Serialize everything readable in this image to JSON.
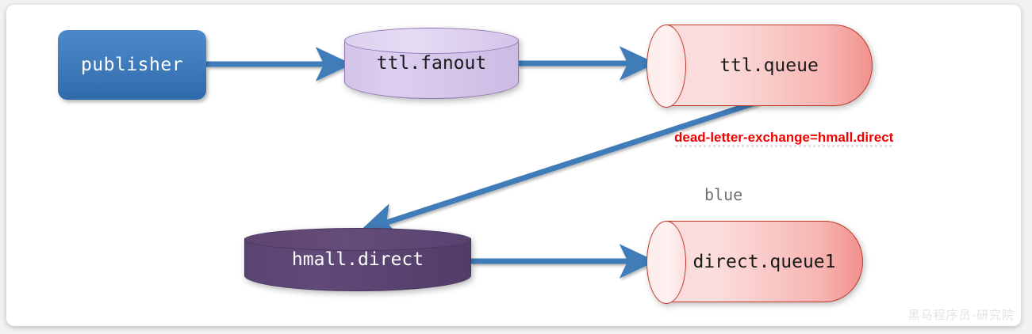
{
  "diagram": {
    "title": "RabbitMQ TTL dead-letter routing diagram",
    "nodes": {
      "publisher": {
        "label": "publisher",
        "kind": "rounded-rect",
        "color": "#3f7cb8"
      },
      "ttl_fanout": {
        "label": "ttl.fanout",
        "kind": "exchange-cylinder",
        "color": "#d5c6ea"
      },
      "ttl_queue": {
        "label": "ttl.queue",
        "kind": "queue-cylinder",
        "color": "#f8c4c1"
      },
      "hmall_direct": {
        "label": "hmall.direct",
        "kind": "exchange-cylinder",
        "color": "#5b4471"
      },
      "direct_queue1": {
        "label": "direct.queue1",
        "kind": "queue-cylinder",
        "color": "#f8c4c1"
      }
    },
    "labels": {
      "blue_binding_key": "blue",
      "dead_letter_annotation": "dead-letter-exchange=hmall.direct"
    },
    "edges": [
      {
        "from": "publisher",
        "to": "ttl_fanout",
        "style": "arrow",
        "color": "#3f7cb8"
      },
      {
        "from": "ttl_fanout",
        "to": "ttl_queue",
        "style": "arrow",
        "color": "#3f7cb8"
      },
      {
        "from": "ttl_queue",
        "to": "hmall_direct",
        "style": "arrow-diagonal",
        "color": "#3f7cb8"
      },
      {
        "from": "hmall_direct",
        "to": "direct_queue1",
        "style": "arrow",
        "color": "#3f7cb8"
      }
    ],
    "watermark": "黑马程序员-研究院",
    "colors": {
      "arrow": "#3f7cb8",
      "annotation_red": "#f00000",
      "queue_red": "#c0392b",
      "exchange_purple": "#8d77b5",
      "direct_purple": "#5b4471",
      "label_gray": "#707070",
      "background": "#ffffff"
    }
  }
}
